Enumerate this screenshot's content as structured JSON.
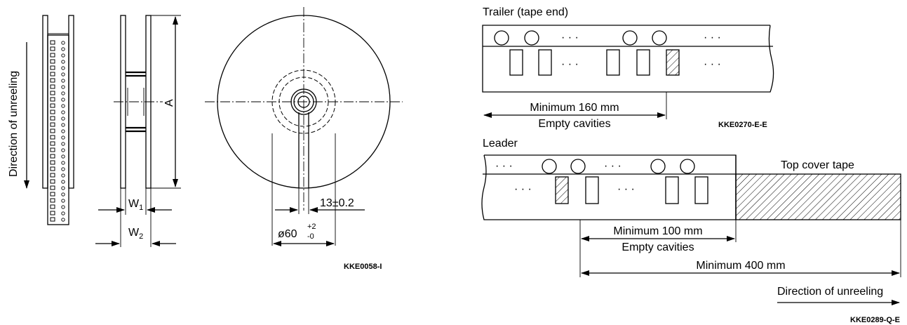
{
  "reel": {
    "direction_label": "Direction of unreeling",
    "dim_a": "A",
    "dim_w1_main": "W",
    "dim_w1_sub": "1",
    "dim_w2_main": "W",
    "dim_w2_sub": "2",
    "dim_slot": "13±0.2",
    "dim_hub_main": "ø60",
    "dim_hub_sup": "+2",
    "dim_hub_sub": "-0",
    "code": "KKE0058-I"
  },
  "trailer": {
    "title": "Trailer (tape end)",
    "ellipsis": "· · ·",
    "dim_label": "Minimum 160 mm",
    "dim_sublabel": "Empty cavities",
    "code": "KKE0270-E-E"
  },
  "leader": {
    "title": "Leader",
    "ellipsis": "· · ·",
    "cover_label": "Top cover tape",
    "dim1_label": "Minimum 100 mm",
    "dim1_sublabel": "Empty cavities",
    "dim2_label": "Minimum 400 mm",
    "direction_label": "Direction of unreeling",
    "code": "KKE0289-Q-E"
  }
}
